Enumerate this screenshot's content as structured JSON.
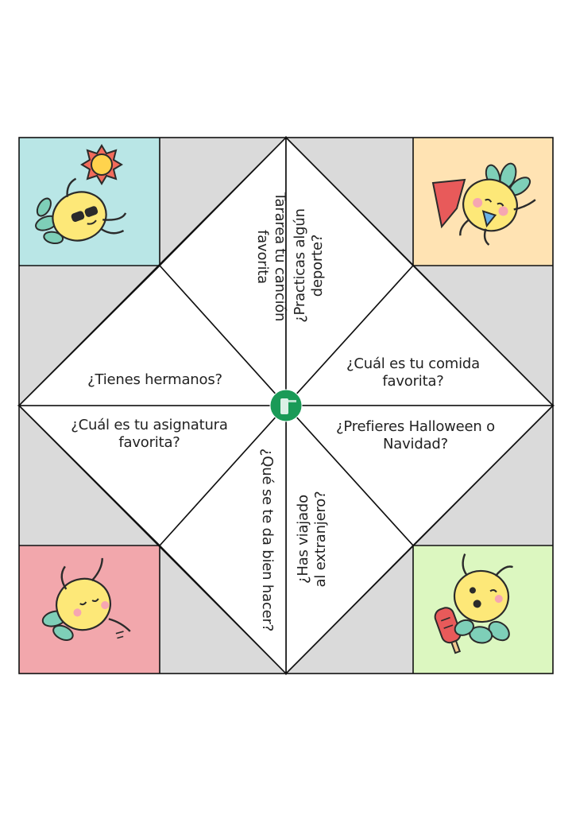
{
  "colors": {
    "corner_tl": "#b9e6e6",
    "corner_tr": "#ffe3b3",
    "corner_bl": "#f2a7ac",
    "corner_br": "#dcf7c0",
    "filler": "#dadada",
    "center_badge": "#1a9a57",
    "pineapple": "#fde878",
    "leaf": "#7ecfb8",
    "outline": "#2b2b2b"
  },
  "corners": {
    "top_left": {
      "icon": "pineapple-sunbathing-icon",
      "extra": "sun-icon"
    },
    "top_right": {
      "icon": "pineapple-superhero-icon",
      "extra": "cape-icon"
    },
    "bottom_left": {
      "icon": "pineapple-dancing-icon"
    },
    "bottom_right": {
      "icon": "pineapple-popsicle-icon",
      "extra": "popsicle-icon"
    }
  },
  "center": {
    "icon": "logo-badge-icon"
  },
  "questions": {
    "q1": "Tararea tu canción\nfavorita",
    "q2": "¿Practicas algún\ndeporte?",
    "q3": "¿Cuál es tu comida\nfavorita?",
    "q4": "¿Prefieres Halloween o\nNavidad?",
    "q5": "¿Has viajado\nal extranjero?",
    "q6": "¿Qué se te da bien hacer?",
    "q7": "¿Cuál es tu asignatura\nfavorita?",
    "q8": "¿Tienes hermanos?"
  }
}
